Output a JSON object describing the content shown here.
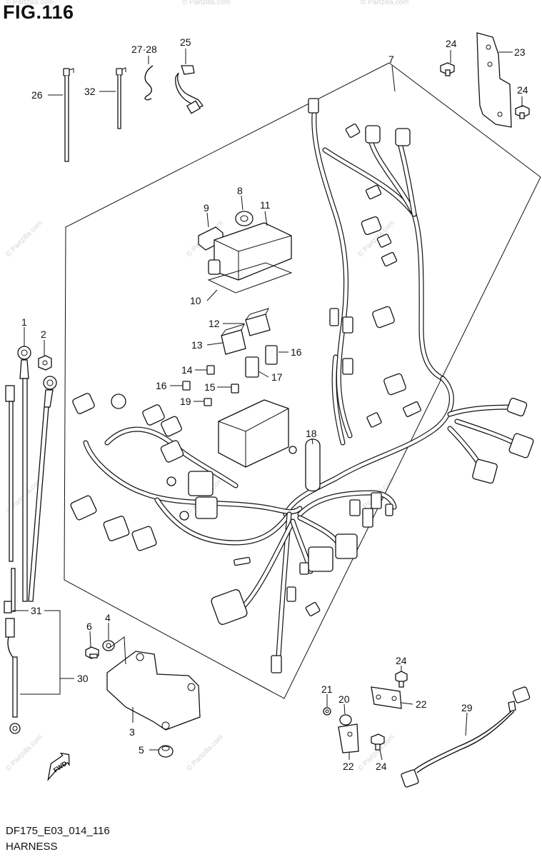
{
  "figure": {
    "title": "FIG.116",
    "code": "DF175_E03_014_116",
    "name": "HARNESS"
  },
  "watermark": "© Partzilla.com",
  "callouts": [
    {
      "id": "c1",
      "label": "1"
    },
    {
      "id": "c2",
      "label": "2"
    },
    {
      "id": "c3",
      "label": "3"
    },
    {
      "id": "c4",
      "label": "4"
    },
    {
      "id": "c5",
      "label": "5"
    },
    {
      "id": "c6",
      "label": "6"
    },
    {
      "id": "c7",
      "label": "7"
    },
    {
      "id": "c8",
      "label": "8"
    },
    {
      "id": "c9",
      "label": "9"
    },
    {
      "id": "c10",
      "label": "10"
    },
    {
      "id": "c11",
      "label": "11"
    },
    {
      "id": "c12",
      "label": "12"
    },
    {
      "id": "c13",
      "label": "13"
    },
    {
      "id": "c14",
      "label": "14"
    },
    {
      "id": "c15",
      "label": "15"
    },
    {
      "id": "c16a",
      "label": "16"
    },
    {
      "id": "c16b",
      "label": "16"
    },
    {
      "id": "c17",
      "label": "17"
    },
    {
      "id": "c18",
      "label": "18"
    },
    {
      "id": "c19",
      "label": "19"
    },
    {
      "id": "c20",
      "label": "20"
    },
    {
      "id": "c21",
      "label": "21"
    },
    {
      "id": "c22a",
      "label": "22"
    },
    {
      "id": "c22b",
      "label": "22"
    },
    {
      "id": "c23",
      "label": "23"
    },
    {
      "id": "c24a",
      "label": "24"
    },
    {
      "id": "c24b",
      "label": "24"
    },
    {
      "id": "c24c",
      "label": "24"
    },
    {
      "id": "c24d",
      "label": "24"
    },
    {
      "id": "c25",
      "label": "25"
    },
    {
      "id": "c26",
      "label": "26"
    },
    {
      "id": "c2728",
      "label": "27·28"
    },
    {
      "id": "c29",
      "label": "29"
    },
    {
      "id": "c30",
      "label": "30"
    },
    {
      "id": "c31",
      "label": "31"
    },
    {
      "id": "c32",
      "label": "32"
    }
  ],
  "icons": {
    "fwd_arrow": "fwd-arrow-icon",
    "fwd_text": "FWD"
  }
}
